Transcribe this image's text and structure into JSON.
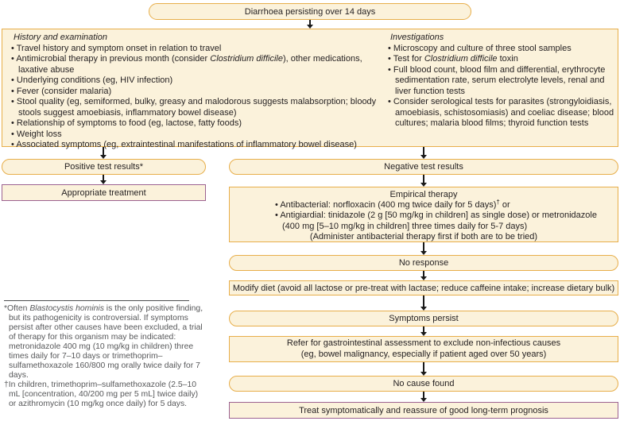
{
  "colors": {
    "node_fill": "#FBF2DB",
    "gold_border": "#E7AE4A",
    "purple_border": "#9C6290",
    "text": "#231F20",
    "footnote_text": "#57585A"
  },
  "start": {
    "label": "Diarrhoea persisting over 14 days"
  },
  "history": {
    "heading": "History and examination",
    "items": [
      {
        "text": "Travel history and symptom onset in relation to travel"
      },
      {
        "pre": "Antimicrobial therapy in previous month (consider ",
        "italic": "Clostridium difficile",
        "post": "), other medications, laxative abuse"
      },
      {
        "text": "Underlying conditions (eg, HIV infection)"
      },
      {
        "text": "Fever (consider malaria)"
      },
      {
        "text": "Stool quality (eg, semiformed, bulky, greasy and malodorous suggests malabsorption; bloody stools suggest amoebiasis, inflammatory bowel disease)"
      },
      {
        "text": "Relationship of symptoms to food (eg, lactose, fatty foods)"
      },
      {
        "text": "Weight loss"
      },
      {
        "text": "Associated symptoms (eg, extraintestinal manifestations of inflammatory bowel disease)"
      }
    ]
  },
  "investigations": {
    "heading": "Investigations",
    "items": [
      {
        "text": "Microscopy and culture of three stool samples"
      },
      {
        "pre": "Test for ",
        "italic": "Clostridium difficile",
        "post": " toxin"
      },
      {
        "text": "Full blood count, blood film and differential, erythrocyte sedimentation rate, serum electrolyte levels, renal and liver function tests"
      },
      {
        "text": "Consider serological tests for parasites (strongyloidiasis, amoebiasis, schistosomiasis) and coeliac disease; blood cultures; malaria blood films; thyroid function tests"
      }
    ]
  },
  "left_branch": {
    "positive": "Positive test results*",
    "treatment": "Appropriate treatment"
  },
  "right_branch": {
    "negative": "Negative test results",
    "empirical": {
      "title": "Empirical therapy",
      "antibacterial_pre": "Antibacterial: norfloxacin (400 mg twice daily for 5 days)",
      "antibacterial_sup": "†",
      "antibacterial_post": " or",
      "antigiardial": "Antigiardial: tinidazole (2 g [50 mg/kg in children] as single dose) or metronidazole (400 mg [5–10 mg/kg in children] three times daily for 5-7 days)",
      "admin_note": "(Administer antibacterial therapy first if both are to be tried)"
    },
    "no_response": "No response",
    "modify_diet": "Modify diet (avoid all lactose or pre-treat with lactase; reduce caffeine intake; increase dietary bulk)",
    "symptoms_persist": "Symptoms persist",
    "refer_line1": "Refer for gastrointestinal assessment to exclude non-infectious causes",
    "refer_line2": "(eg, bowel malignancy, especially if patient aged over 50 years)",
    "no_cause": "No cause found",
    "treat": "Treat symptomatically and reassure of good long-term prognosis"
  },
  "footnotes": {
    "star_marker": "*",
    "star_pre": "Often ",
    "star_italic": "Blastocystis hominis",
    "star_post": " is the only positive finding, but its pathogenicity is controversial. If symptoms persist after other causes have been excluded, a trial of therapy for this organism may be indicated: metronidazole 400 mg (10 mg/kg in children) three times daily for 7–10 days or trimethoprim–sulfamethoxazole 160/800 mg orally twice daily for 7 days.",
    "dagger_marker": "†",
    "dagger_text": "In children, trimethoprim–sulfamethoxazole (2.5–10 mL [concentration, 40/200 mg per 5 mL] twice daily) or azithromycin (10 mg/kg once daily) for 5 days."
  }
}
